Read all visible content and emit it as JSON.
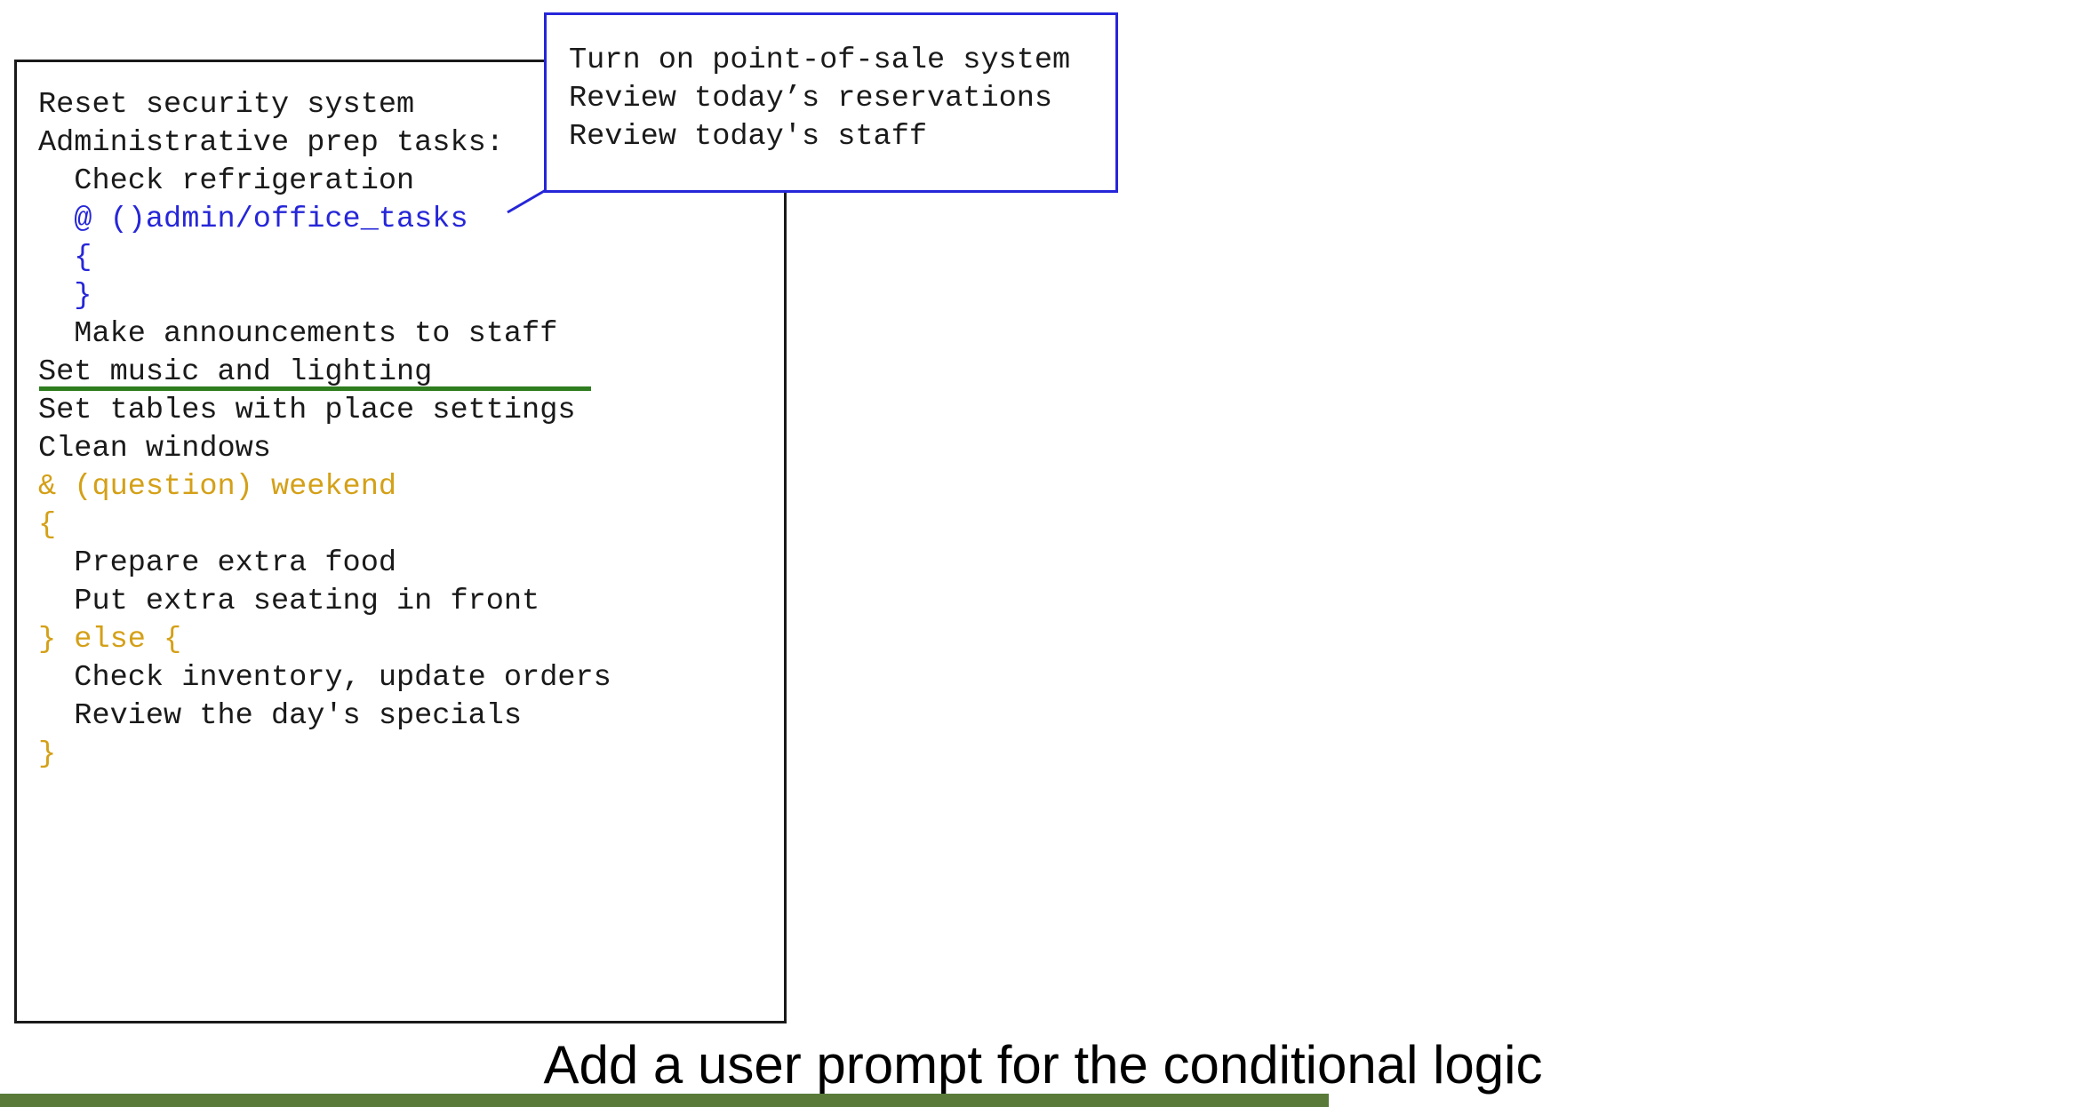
{
  "main_panel": {
    "lines": [
      {
        "text": "Reset security system",
        "color": "#1a1a1a"
      },
      {
        "text": "Administrative prep tasks:",
        "color": "#1a1a1a"
      },
      {
        "text": "  Check refrigeration",
        "color": "#1a1a1a"
      },
      {
        "text": "  @ ()admin/office_tasks",
        "color": "#2626d9"
      },
      {
        "text": "  {",
        "color": "#2626d9"
      },
      {
        "text": "  }",
        "color": "#2626d9"
      },
      {
        "text": "  Make announcements to staff",
        "color": "#1a1a1a"
      },
      {
        "text": "Set music and lighting",
        "color": "#1a1a1a"
      },
      {
        "text": "Set tables with place settings",
        "color": "#1a1a1a"
      },
      {
        "text": "Clean windows",
        "color": "#1a1a1a"
      },
      {
        "text": "& (question) weekend",
        "color": "#d4a017"
      },
      {
        "text": "{",
        "color": "#d4a017"
      },
      {
        "text": "  Prepare extra food",
        "color": "#1a1a1a"
      },
      {
        "text": "  Put extra seating in front",
        "color": "#1a1a1a"
      },
      {
        "text": "} else {",
        "color": "#d4a017"
      },
      {
        "text": "  Check inventory, update orders",
        "color": "#1a1a1a"
      },
      {
        "text": "  Review the day's specials",
        "color": "#1a1a1a"
      },
      {
        "text": "}",
        "color": "#d4a017"
      }
    ]
  },
  "popup": {
    "lines": [
      "Turn on point-of-sale system",
      "Review today’s reservations",
      "Review today's staff"
    ]
  },
  "caption": "Add a user prompt for the conditional logic",
  "colors": {
    "link": "#2626d9",
    "conditional": "#d4a017",
    "underline": "#2e7d1e",
    "bar": "#5a7a3a"
  }
}
